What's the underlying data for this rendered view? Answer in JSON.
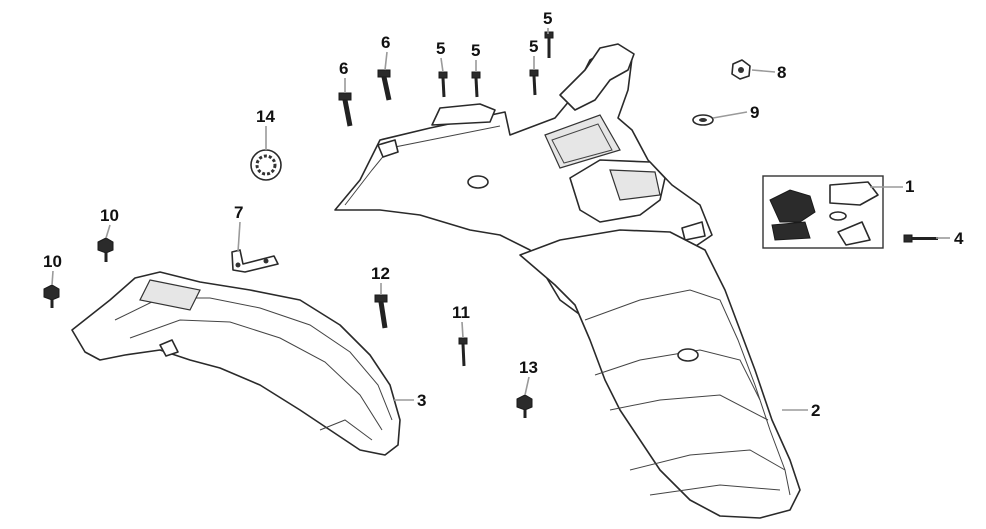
{
  "callouts": {
    "c1": "1",
    "c2": "2",
    "c3": "3",
    "c4": "4",
    "c5a": "5",
    "c5b": "5",
    "c5c": "5",
    "c5d": "5",
    "c6a": "6",
    "c6b": "6",
    "c7": "7",
    "c8": "8",
    "c9": "9",
    "c10a": "10",
    "c10b": "10",
    "c11": "11",
    "c12": "12",
    "c13": "13",
    "c14": "14"
  }
}
